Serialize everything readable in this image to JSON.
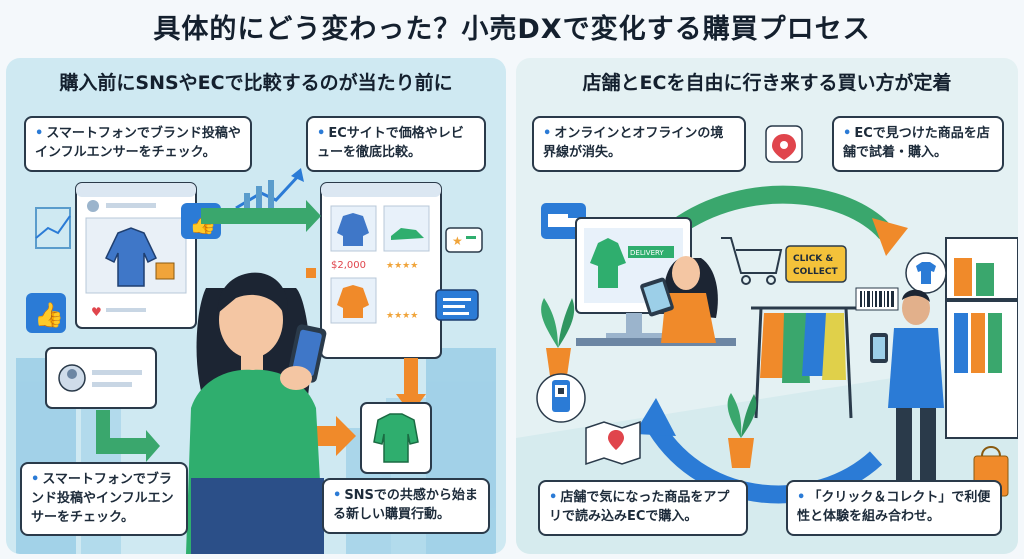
{
  "title": "具体的にどう変わった？小売DXで変化する購買プロセス",
  "left_panel": {
    "heading": "購入前にSNSやECで比較するのが当たり前に",
    "callouts": [
      {
        "text": "スマートフォンでブランド投稿やインフルエンサーをチェック。"
      },
      {
        "text": "ECサイトで価格やレビューを徹底比較。"
      },
      {
        "text": "スマートフォンでブランド投稿やインフルエンサーをチェック。"
      },
      {
        "text": "SNSでの共感から始まる新しい購買行動。"
      }
    ],
    "price_tag": "$2,000"
  },
  "right_panel": {
    "heading": "店舗とECを自由に行き来する買い方が定着",
    "callouts": [
      {
        "text": "オンラインとオフラインの境界線が消失。"
      },
      {
        "text": "ECで見つけた商品を店舗で試着・購入。"
      },
      {
        "text": "店舗で気になった商品をアプリで読み込みECで購入。"
      },
      {
        "text": "「クリック＆コレクト」で利便性と体験を組み合わせ。"
      }
    ],
    "delivery_label": "DELIVERY",
    "click_collect_line1": "CLICK &",
    "click_collect_line2": "COLLECT"
  },
  "colors": {
    "accent_blue": "#2b7bd6",
    "arrow_green": "#3aa76d",
    "arrow_orange": "#f08a2a",
    "woman_top": "#2fae6e"
  }
}
